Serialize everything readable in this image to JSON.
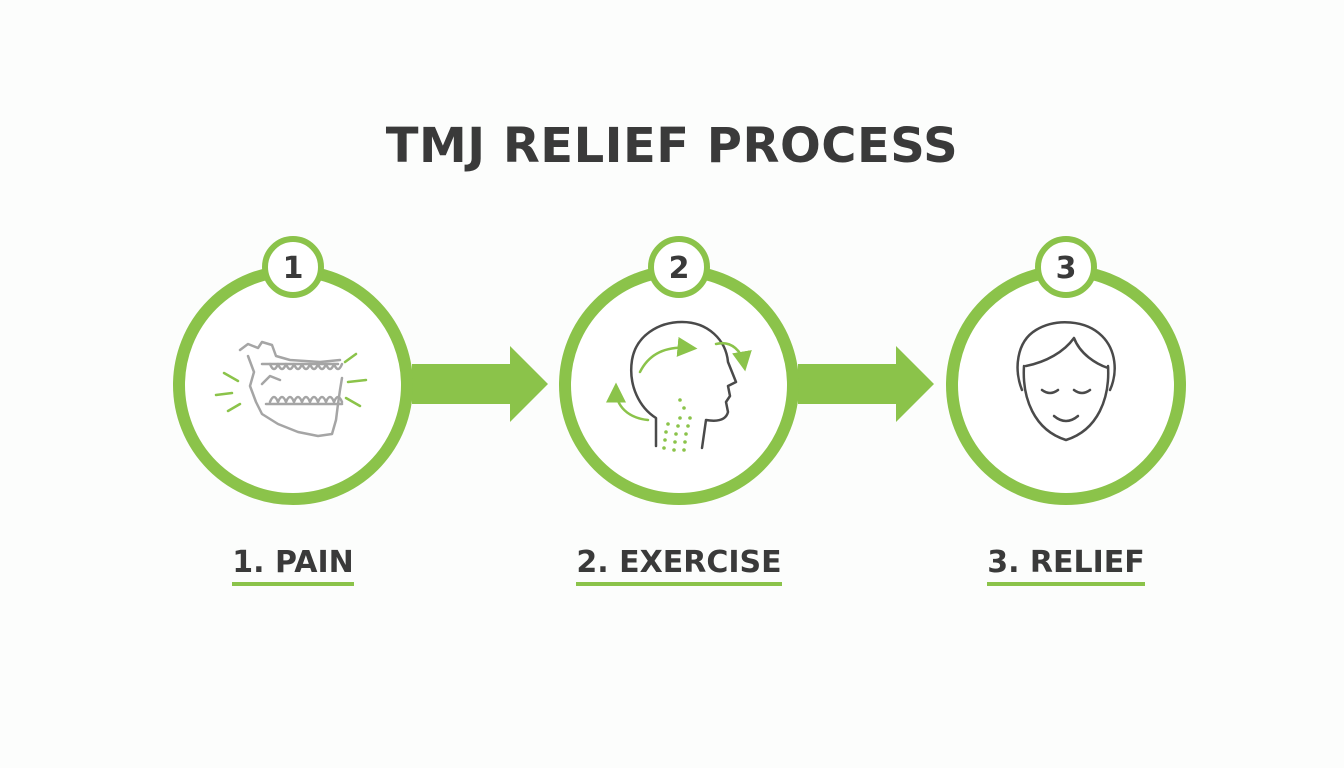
{
  "title": "TMJ RELIEF PROCESS",
  "colors": {
    "accent": "#8bc34a",
    "text": "#3a3a3a",
    "icon_stroke": "#4a4a4a",
    "jaw_stroke": "#a5a5a5",
    "background": "#fcfdfc"
  },
  "steps": [
    {
      "number": "1",
      "label": "1. PAIN",
      "icon": "jaw-pain-icon"
    },
    {
      "number": "2",
      "label": "2. EXERCISE",
      "icon": "head-exercise-icon"
    },
    {
      "number": "3",
      "label": "3. RELIEF",
      "icon": "relaxed-face-icon"
    }
  ]
}
